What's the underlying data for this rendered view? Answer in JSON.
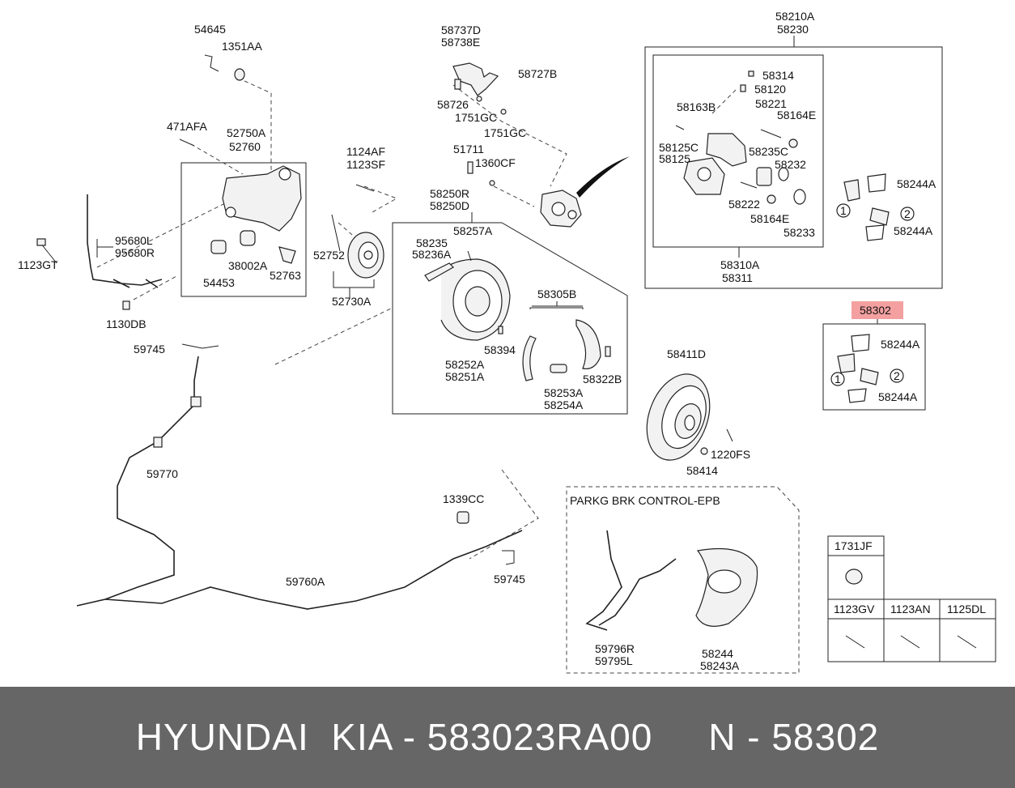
{
  "labels": {
    "l54645": "54645",
    "l1351AA": "1351AA",
    "l471AFA": "471AFA",
    "l52750A": "52750A",
    "l52760": "52760",
    "l95680L": "95680L",
    "l95680R": "95680R",
    "l1123GT": "1123GT",
    "l38002A": "38002A",
    "l54453": "54453",
    "l52763": "52763",
    "l1130DB": "1130DB",
    "l1124AF": "1124AF",
    "l1123SF": "1123SF",
    "l52752": "52752",
    "l52730A": "52730A",
    "l58737D": "58737D",
    "l58738E": "58738E",
    "l58727B": "58727B",
    "l58726": "58726",
    "l1751GC_a": "1751GC",
    "l1751GC_b": "1751GC",
    "l51711": "51711",
    "l1360CF": "1360CF",
    "l58250R": "58250R",
    "l58250D": "58250D",
    "l58257A": "58257A",
    "l58235": "58235",
    "l58236A": "58236A",
    "l58305B": "58305B",
    "l58394": "58394",
    "l58252A": "58252A",
    "l58251A": "58251A",
    "l58322B": "58322B",
    "l58253A": "58253A",
    "l58254A": "58254A",
    "l58210A": "58210A",
    "l58230": "58230",
    "l58314": "58314",
    "l58120": "58120",
    "l58163B": "58163B",
    "l58221": "58221",
    "l58164E_a": "58164E",
    "l58125C": "58125C",
    "l58125": "58125",
    "l58235C": "58235C",
    "l58232": "58232",
    "l58222": "58222",
    "l58164E_b": "58164E",
    "l58233": "58233",
    "l58244A_1": "58244A",
    "l58244A_2": "58244A",
    "l58310A": "58310A",
    "l58311": "58311",
    "l58302": "58302",
    "l58244A_3": "58244A",
    "l58244A_4": "58244A",
    "n1a": "1",
    "n2a": "2",
    "n1b": "1",
    "n2b": "2",
    "l58411D": "58411D",
    "l1220FS": "1220FS",
    "l58414": "58414",
    "l59745_a": "59745",
    "l59770": "59770",
    "l1339CC": "1339CC",
    "l59745_b": "59745",
    "l59760A": "59760A",
    "epb_title": "PARKG BRK CONTROL-EPB",
    "l59796R": "59796R",
    "l59795L": "59795L",
    "l58244": "58244",
    "l58243A": "58243A",
    "l1731JF": "1731JF",
    "l1123GV": "1123GV",
    "l1123AN": "1123AN",
    "l1125DL": "1125DL"
  },
  "highlight": {
    "part_number": "58302",
    "color": "#f4a0a0"
  },
  "footer": {
    "text": "HYUNDAI  KIA - 583023RA00     N - 58302",
    "background": "#666666"
  }
}
